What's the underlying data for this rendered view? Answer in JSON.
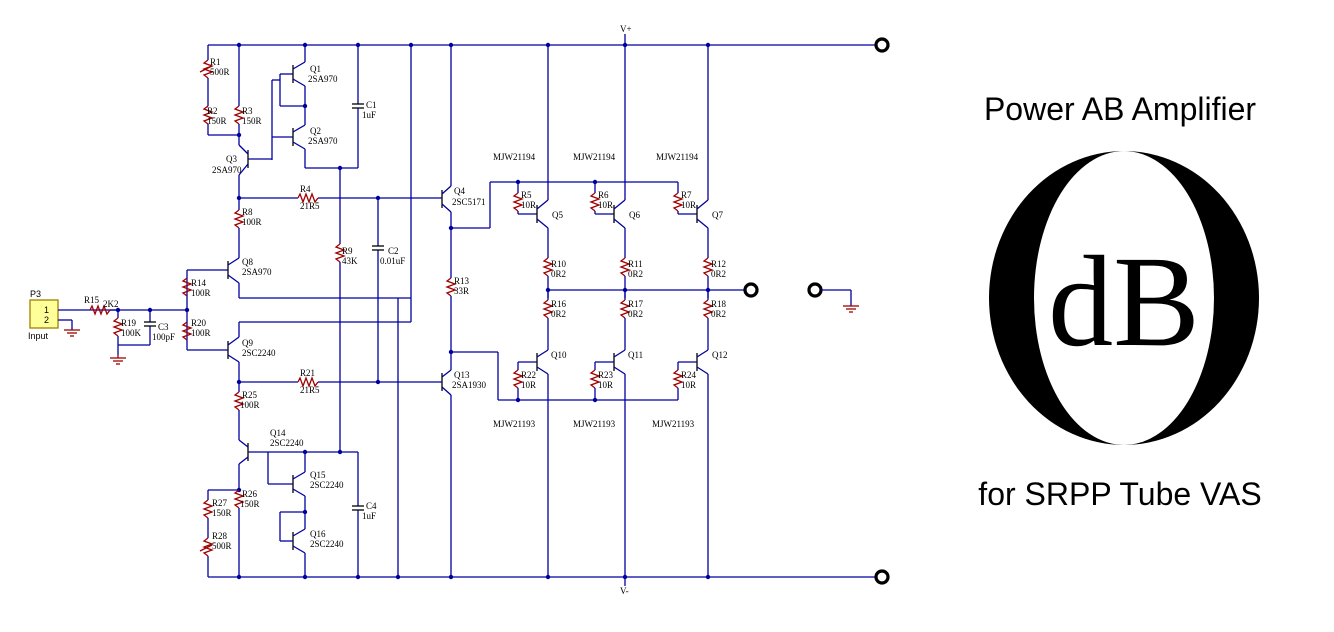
{
  "title_top": "Power AB Amplifier",
  "title_bottom": "for SRPP Tube VAS",
  "logo_text": "dB",
  "rails": {
    "positive": "V+",
    "negative": "V-"
  },
  "connector": {
    "ref": "P3",
    "pin1": "1",
    "pin2": "2",
    "name": "Input"
  },
  "labels": {
    "R1": "R1",
    "R1v": "500R",
    "R2": "R2",
    "R2v": "150R",
    "R3": "R3",
    "R3v": "150R",
    "Q1": "Q1",
    "Q1t": "2SA970",
    "Q2": "Q2",
    "Q2t": "2SA970",
    "C1": "C1",
    "C1v": "1uF",
    "Q3": "Q3",
    "Q3t": "2SA970",
    "R4": "R4",
    "R4v": "21R5",
    "R8": "R8",
    "R8v": "100R",
    "R9": "R9",
    "R9v": "43K",
    "C2": "C2",
    "C2v": "0.01uF",
    "Q4": "Q4",
    "Q4t": "2SC5171",
    "R13": "R13",
    "R13v": "33R",
    "Q8": "Q8",
    "Q8t": "2SA970",
    "R14": "R14",
    "R14v": "100R",
    "R15": "R15",
    "R15v": "2K2",
    "R19": "R19",
    "R19v": "100K",
    "C3": "C3",
    "C3v": "100pF",
    "R20": "R20",
    "R20v": "100R",
    "Q9": "Q9",
    "Q9t": "2SC2240",
    "R21": "R21",
    "R21v": "21R5",
    "Q13": "Q13",
    "Q13t": "2SA1930",
    "R25": "R25",
    "R25v": "100R",
    "Q14": "Q14",
    "Q14t": "2SC2240",
    "Q15": "Q15",
    "Q15t": "2SC2240",
    "C4": "C4",
    "C4v": "1uF",
    "R26": "R26",
    "R26v": "150R",
    "R27": "R27",
    "R27v": "150R",
    "R28": "R28",
    "R28v": "500R",
    "Q16": "Q16",
    "Q16t": "2SC2240",
    "MJWtop": "MJW21194",
    "MJWbot": "MJW21193",
    "R5": "R5",
    "R5v": "10R",
    "R6": "R6",
    "R6v": "10R",
    "R7": "R7",
    "R7v": "10R",
    "Q5": "Q5",
    "Q6": "Q6",
    "Q7": "Q7",
    "R10": "R10",
    "R10v": "0R2",
    "R11": "R11",
    "R11v": "0R2",
    "R12": "R12",
    "R12v": "0R2",
    "R16": "R16",
    "R16v": "0R2",
    "R17": "R17",
    "R17v": "0R2",
    "R18": "R18",
    "R18v": "0R2",
    "Q10": "Q10",
    "Q11": "Q11",
    "Q12": "Q12",
    "R22": "R22",
    "R22v": "10R",
    "R23": "R23",
    "R23v": "10R",
    "R24": "R24",
    "R24v": "10R"
  }
}
